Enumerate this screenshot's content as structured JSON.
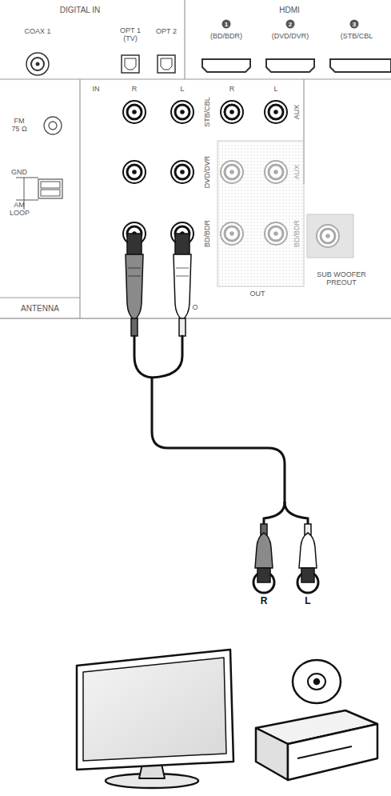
{
  "diagram": {
    "nodes": [
      {
        "text": [
          "DIGITAL IN",
          "COAX 1",
          "OPT 1 (TV)",
          "OPT 2"
        ]
      },
      {
        "text": [
          "HDMI",
          "1",
          "(BD/BDR)",
          "2",
          "(DVD/DVR)",
          "3",
          "(STB/CBL"
        ]
      },
      {
        "text": [
          "FM 75 Ω",
          "GND",
          "AM LOOP",
          "ANTENNA"
        ]
      },
      {
        "text": [
          "IN",
          "R",
          "L",
          "R",
          "L",
          "STB/CBL",
          "AUX",
          "DVD/DVR",
          "AUX",
          "BD/BDR",
          "BD/BDR",
          "OUT",
          "O"
        ]
      },
      {
        "text": [
          "SUB WOOFER PREOUT"
        ]
      }
    ],
    "edges": [],
    "labels": [
      "R",
      "L"
    ]
  }
}
